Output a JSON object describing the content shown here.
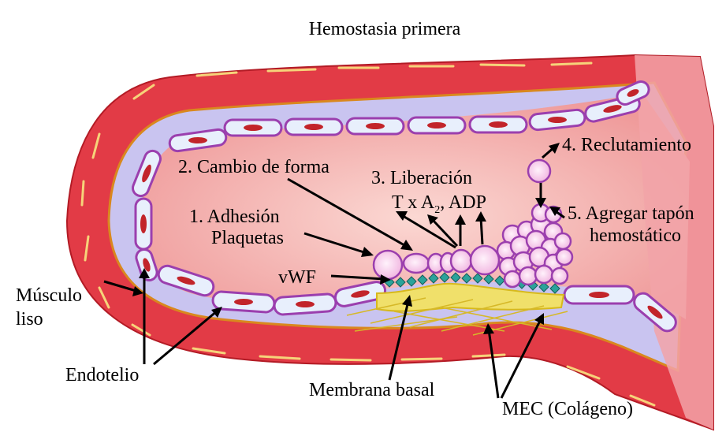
{
  "title": "Hemostasia primera",
  "labels": {
    "cambio": "2. Cambio de forma",
    "liberacion": "3. Liberación",
    "txa": "T x A",
    "txa_sub": "2",
    "adp": ", ADP",
    "reclutamiento": "4. Reclutamiento",
    "adhesion": "1. Adhesión",
    "plaquetas": "Plaquetas",
    "agregar": "5. Agregar tapón",
    "hemostatico": "hemostático",
    "vwf": "vWF",
    "musculo": "Músculo",
    "liso": "liso",
    "endotelio": "Endotelio",
    "membrana": "Membrana basal",
    "mec": "MEC (Colágeno)"
  },
  "colors": {
    "muscle": "#e23b46",
    "muscle_dark": "#c7212c",
    "lumen": "#f4a6a6",
    "lumen_center": "#f9c9c6",
    "subendothelium": "#c9c4f0",
    "endothelium_cell": "#e8effc",
    "cell_outline": "#9b3fae",
    "nucleus": "#c2242a",
    "platelet": "#f7c7ea",
    "platelet_center": "#fde9f7",
    "vwf": "#2ba39a",
    "collagen": "#e8d43a",
    "stripe": "#f4d57a"
  }
}
